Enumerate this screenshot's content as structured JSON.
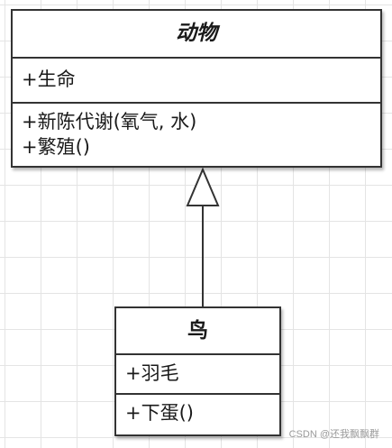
{
  "diagram": {
    "parent_class": {
      "name": "动物",
      "attributes": [
        "+生命"
      ],
      "operations": [
        "+新陈代谢(氧气, 水)",
        "+繁殖()"
      ]
    },
    "child_class": {
      "name": "鸟",
      "attributes": [
        "+羽毛"
      ],
      "operations": [
        "+下蛋()"
      ]
    },
    "relationship": "generalization"
  },
  "colors": {
    "line": "#333333",
    "grid": "#e4e4e4",
    "box_fill": "#ffffff"
  },
  "watermark": "CSDN @还我飘飘群"
}
